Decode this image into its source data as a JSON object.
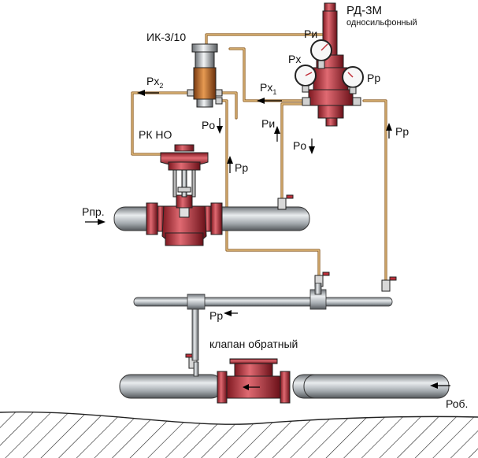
{
  "labels": {
    "rd_title": "РД-3М",
    "rd_subtitle": "односильфонный",
    "ik_title": "ИК-3/10",
    "rk_title": "РК НО",
    "check_valve": "клапан обратный",
    "p_inlet": "Pпр.",
    "p_outlet": "Роб.",
    "px": "Px",
    "sub_1": "1",
    "sub_2": "2",
    "pi": "Pи",
    "po": "Pо",
    "pr": "Pр"
  },
  "colors": {
    "valve_red": "#c0303a",
    "pipe_gray": "#9aa0a5",
    "tube_copper": "#c8965a",
    "ik_body": "#c86a24"
  }
}
